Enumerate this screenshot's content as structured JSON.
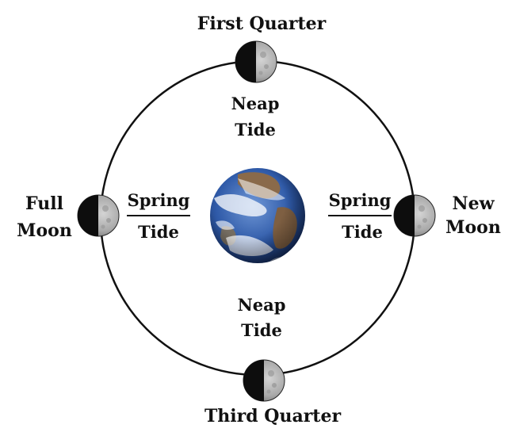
{
  "labels": {
    "first_quarter": "First Quarter",
    "third_quarter": "Third Quarter",
    "full_moon_line1": "Full",
    "full_moon_line2": "Moon",
    "new_moon_line1": "New",
    "new_moon_line2": "Moon",
    "neap_top_line1": "Neap",
    "neap_top_line2": "Tide",
    "neap_bottom_line1": "Neap",
    "neap_bottom_line2": "Tide",
    "spring_left_line1": "Spring",
    "spring_left_line2": "Tide",
    "spring_right_line1": "Spring",
    "spring_right_line2": "Tide"
  },
  "icons": {
    "earth": "earth-icon",
    "moon": "moon-icon"
  },
  "colors": {
    "orbit": "#111111",
    "text": "#111111",
    "moon_dark": "#0d0d0d",
    "moon_light": "#b9b9b9",
    "ocean": "#2f5aa8",
    "land": "#8a6a4a"
  }
}
